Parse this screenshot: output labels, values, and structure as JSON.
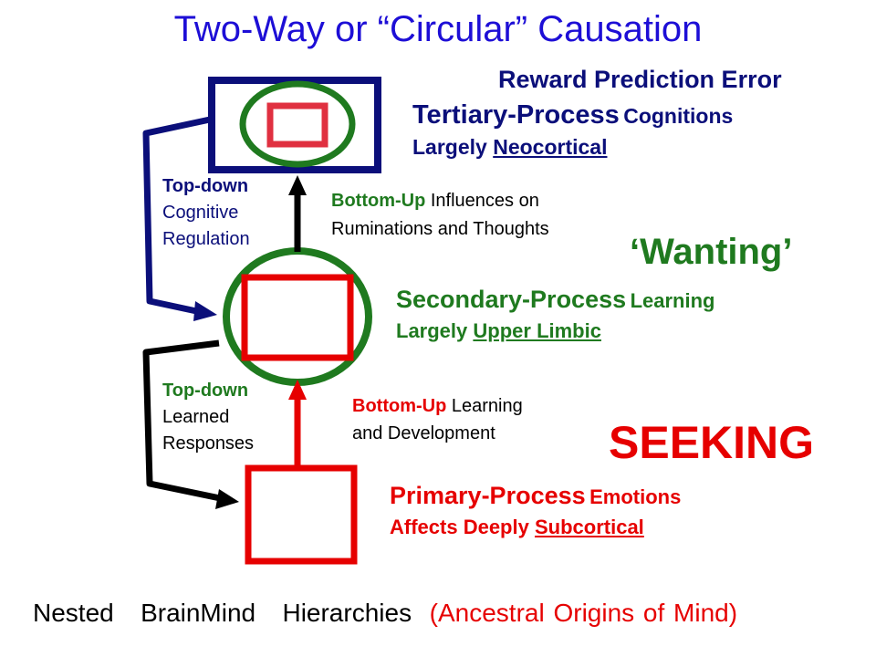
{
  "title": "Two-Way or “Circular” Causation",
  "tertiary": {
    "rpe": "Reward Prediction Error",
    "line1_a": "Tertiary-Process",
    "line1_b": "Cognitions",
    "line2_a": "Largely",
    "line2_b": "Neocortical"
  },
  "top_down_cognitive": {
    "line1": "Top-down",
    "line2": "Cognitive",
    "line3": "Regulation"
  },
  "bottom_up_thoughts": {
    "line1_a": "Bottom-Up",
    "line1_b": "Influences on",
    "line2": "Ruminations and Thoughts"
  },
  "wanting": "‘Wanting’",
  "secondary": {
    "line1_a": "Secondary-Process",
    "line1_b": "Learning",
    "line2_a": "Largely",
    "line2_b": "Upper Limbic"
  },
  "top_down_learned": {
    "line1": "Top-down",
    "line2": "Learned",
    "line3": "Responses"
  },
  "bottom_up_learning": {
    "line1_a": "Bottom-Up",
    "line1_b": "Learning",
    "line2": "and Development"
  },
  "seeking": "SEEKING",
  "primary": {
    "line1_a": "Primary-Process",
    "line1_b": "Emotions",
    "line2_a": "Affects",
    "line2_b": "Deeply",
    "line2_c": "Subcortical"
  },
  "footer": {
    "a": "Nested",
    "b": "BrainMind",
    "c": "Hierarchies",
    "d": "(Ancestral Origins of Mind)"
  },
  "colors": {
    "title_blue": "#1d0ed6",
    "navy": "#0b0f7a",
    "green": "#1f7a1f",
    "red": "#e60000"
  }
}
